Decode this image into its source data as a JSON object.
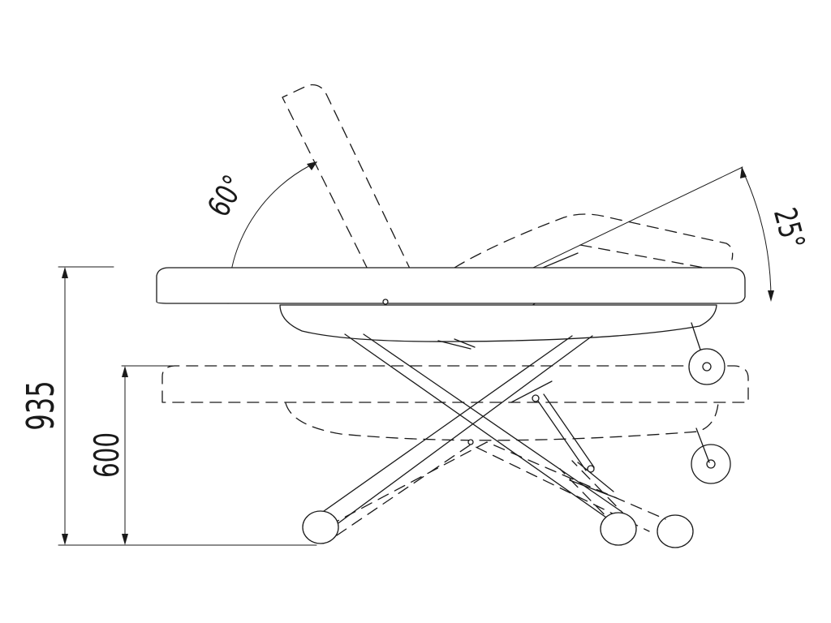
{
  "drawing": {
    "dimensions": {
      "overall_height": "935",
      "low_height": "600"
    },
    "angles": {
      "backrest": "60°",
      "leg_section": "25°"
    },
    "colors": {
      "line": "#1a1a1a",
      "background": "#ffffff"
    }
  }
}
